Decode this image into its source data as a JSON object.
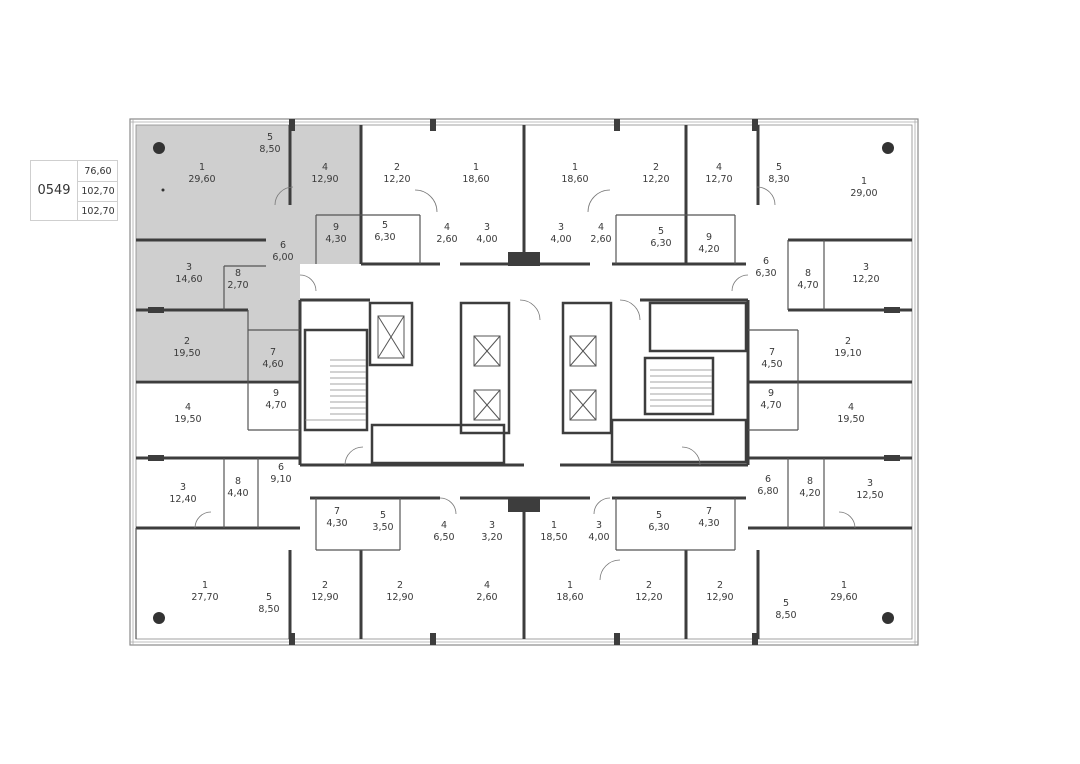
{
  "apartment": {
    "number": "0549",
    "areas": [
      "76,60",
      "102,70",
      "102,70"
    ]
  },
  "colors": {
    "highlight": "#cfcfcf",
    "wall": "#3d3d3d",
    "line": "#8a8a8a",
    "text": "#3a3a3a"
  },
  "rooms": [
    {
      "n": "1",
      "a": "29,60"
    },
    {
      "n": "5",
      "a": "8,50"
    },
    {
      "n": "4",
      "a": "12,90"
    },
    {
      "n": "9",
      "a": "4,30"
    },
    {
      "n": "6",
      "a": "6,00"
    },
    {
      "n": "3",
      "a": "14,60"
    },
    {
      "n": "8",
      "a": "2,70"
    },
    {
      "n": "2",
      "a": "19,50"
    },
    {
      "n": "7",
      "a": "4,60"
    },
    {
      "n": "2",
      "a": "12,20"
    },
    {
      "n": "5",
      "a": "6,30"
    },
    {
      "n": "1",
      "a": "18,60"
    },
    {
      "n": "4",
      "a": "2,60"
    },
    {
      "n": "3",
      "a": "4,00"
    },
    {
      "n": "1",
      "a": "18,60"
    },
    {
      "n": "3",
      "a": "4,00"
    },
    {
      "n": "4",
      "a": "2,60"
    },
    {
      "n": "2",
      "a": "12,20"
    },
    {
      "n": "5",
      "a": "6,30"
    },
    {
      "n": "4",
      "a": "12,70"
    },
    {
      "n": "9",
      "a": "4,20"
    },
    {
      "n": "5",
      "a": "8,30"
    },
    {
      "n": "1",
      "a": "29,00"
    },
    {
      "n": "6",
      "a": "6,30"
    },
    {
      "n": "8",
      "a": "4,70"
    },
    {
      "n": "3",
      "a": "12,20"
    },
    {
      "n": "2",
      "a": "19,10"
    },
    {
      "n": "7",
      "a": "4,50"
    },
    {
      "n": "9",
      "a": "4,70"
    },
    {
      "n": "4",
      "a": "19,50"
    },
    {
      "n": "6",
      "a": "6,80"
    },
    {
      "n": "8",
      "a": "4,20"
    },
    {
      "n": "3",
      "a": "12,50"
    },
    {
      "n": "4",
      "a": "19,50"
    },
    {
      "n": "9",
      "a": "4,70"
    },
    {
      "n": "6",
      "a": "9,10"
    },
    {
      "n": "3",
      "a": "12,40"
    },
    {
      "n": "8",
      "a": "4,40"
    },
    {
      "n": "7",
      "a": "4,30"
    },
    {
      "n": "5",
      "a": "3,50"
    },
    {
      "n": "4",
      "a": "6,50"
    },
    {
      "n": "3",
      "a": "3,20"
    },
    {
      "n": "1",
      "a": "18,50"
    },
    {
      "n": "3",
      "a": "4,00"
    },
    {
      "n": "4",
      "a": "2,60"
    },
    {
      "n": "1",
      "a": "18,60"
    },
    {
      "n": "5",
      "a": "6,30"
    },
    {
      "n": "7",
      "a": "4,30"
    },
    {
      "n": "1",
      "a": "27,70"
    },
    {
      "n": "5",
      "a": "8,50"
    },
    {
      "n": "2",
      "a": "12,90"
    },
    {
      "n": "2",
      "a": "12,90"
    },
    {
      "n": "2",
      "a": "12,20"
    },
    {
      "n": "2",
      "a": "12,90"
    },
    {
      "n": "5",
      "a": "8,50"
    },
    {
      "n": "1",
      "a": "29,60"
    }
  ]
}
